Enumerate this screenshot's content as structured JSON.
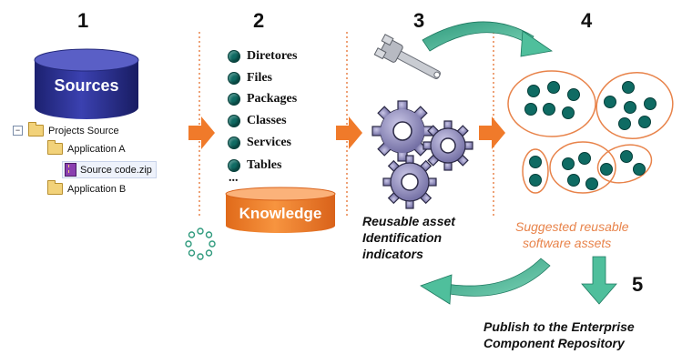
{
  "steps": [
    "1",
    "2",
    "3",
    "4",
    "5"
  ],
  "sources": {
    "label": "Sources",
    "tree": {
      "root": "Projects Source",
      "app_a": "Application A",
      "file": "Source code.zip",
      "app_b": "Application B"
    }
  },
  "knowledge": {
    "items": [
      "Diretores",
      "Files",
      "Packages",
      "Classes",
      "Services",
      "Tables"
    ],
    "ellipsis": "...",
    "label": "Knowledge"
  },
  "reusable": {
    "line1": "Reusable asset",
    "line2": "Identification",
    "line3": "indicators"
  },
  "suggested": {
    "line1": "Suggested reusable",
    "line2": "software assets"
  },
  "publish": {
    "line1": "Publish to the Enterprise",
    "line2": "Component Repository"
  },
  "colors": {
    "sources_cylinder": "#2a2f8f",
    "knowledge_cylinder": "#f07a2a",
    "arrow_orange": "#f07a2a",
    "arrow_green": "#3fae8c",
    "dot_teal": "#0f6b63",
    "cluster_orange": "#e8834a",
    "gear": "#8a86b8"
  }
}
